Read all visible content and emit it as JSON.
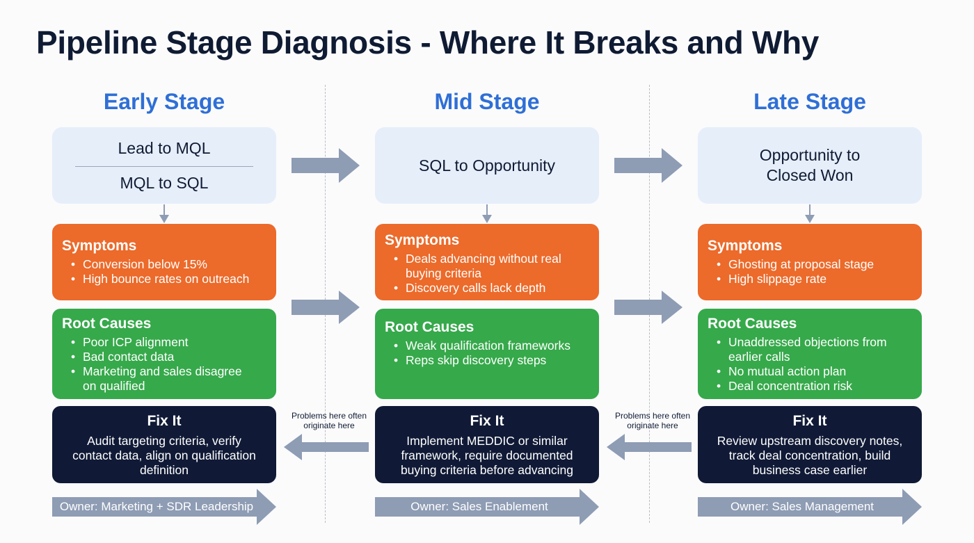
{
  "title": "Pipeline Stage Diagnosis - Where It Breaks and Why",
  "colors": {
    "stage_title": "#2f6fd6",
    "stage_box": "#e6eefa",
    "symptoms": "#ec6a2a",
    "root_causes": "#36a94b",
    "fix_it": "#101a36",
    "arrow": "#8e9cb4"
  },
  "stages": [
    {
      "name": "Early Stage",
      "transitions": [
        "Lead to MQL",
        "MQL to SQL"
      ],
      "symptoms_title": "Symptoms",
      "symptoms": [
        "Conversion below 15%",
        "High bounce rates on outreach"
      ],
      "causes_title": "Root Causes",
      "causes": [
        "Poor ICP alignment",
        "Bad contact data",
        "Marketing and sales disagree on qualified"
      ],
      "fix_title": "Fix It",
      "fix": "Audit targeting criteria, verify contact data, align on qualification definition",
      "owner": "Owner: Marketing + SDR Leadership"
    },
    {
      "name": "Mid Stage",
      "transitions": [
        "SQL to Opportunity"
      ],
      "symptoms_title": "Symptoms",
      "symptoms": [
        "Deals advancing without real buying criteria",
        "Discovery calls lack depth"
      ],
      "causes_title": "Root Causes",
      "causes": [
        "Weak qualification frameworks",
        "Reps skip discovery steps"
      ],
      "fix_title": "Fix It",
      "fix": "Implement MEDDIC or similar framework, require documented buying criteria before advancing",
      "owner": "Owner: Sales Enablement"
    },
    {
      "name": "Late Stage",
      "transitions": [
        "Opportunity to Closed Won"
      ],
      "symptoms_title": "Symptoms",
      "symptoms": [
        "Ghosting at proposal stage",
        "High slippage rate"
      ],
      "causes_title": "Root Causes",
      "causes": [
        "Unaddressed objections from earlier calls",
        "No mutual action plan",
        "Deal concentration risk"
      ],
      "fix_title": "Fix It",
      "fix": "Review upstream discovery notes, track deal concentration, build business case earlier",
      "owner": "Owner: Sales Management"
    }
  ],
  "back_notes": [
    "Problems here often originate here",
    "Problems here often originate here"
  ]
}
